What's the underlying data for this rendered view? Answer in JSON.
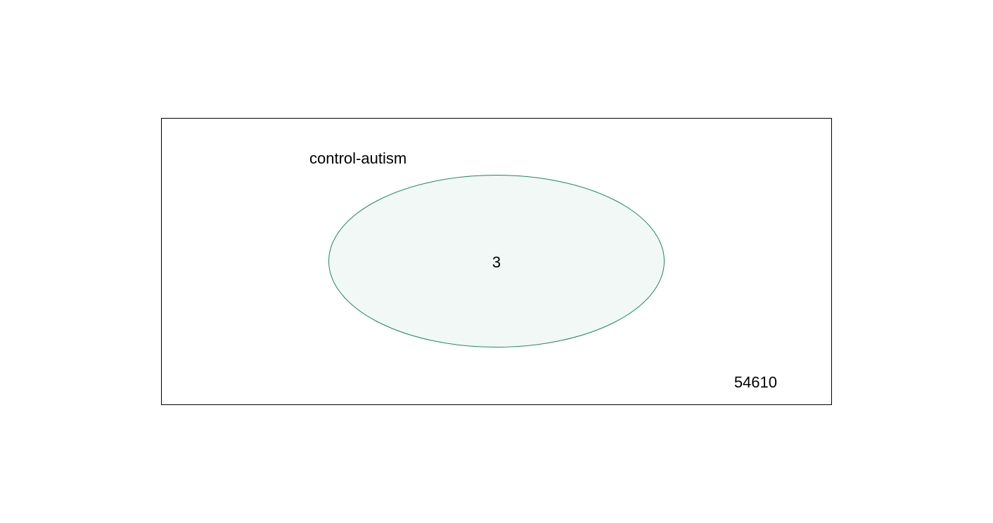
{
  "diagram": {
    "type": "venn",
    "sets": [
      {
        "label": "control-autism",
        "count": "3",
        "stroke_color": "#1b8a5e",
        "fill_color": "#f1f8f5"
      }
    ],
    "outside": {
      "count": "54610"
    },
    "border_color": "#000000"
  }
}
